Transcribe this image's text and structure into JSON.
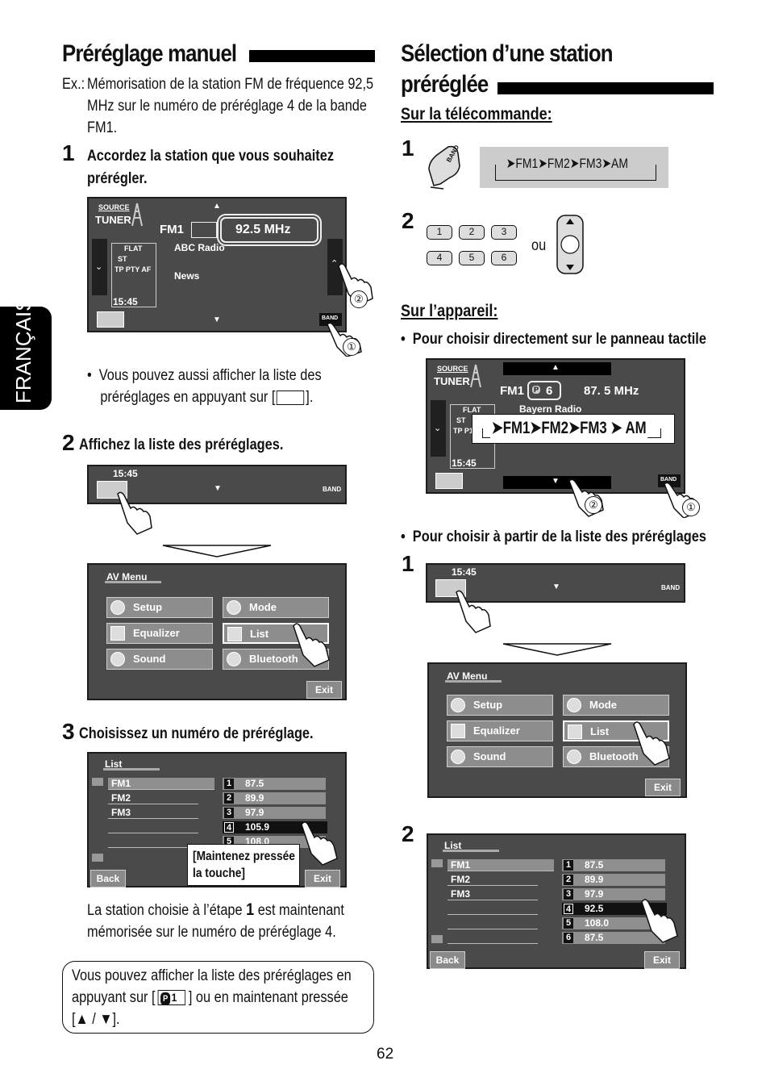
{
  "lang_tab": "FRANÇAIS",
  "left": {
    "title": "Préréglage manuel",
    "ex_label": "Ex.:",
    "ex_text": [
      "Mémorisation de la station FM de fréquence 92,5",
      "MHz sur le numéro de préréglage 4 de la bande",
      "FM1."
    ],
    "step1_num": "1",
    "step1_text": [
      "Accordez la station que vous souhaitez",
      "prérégler."
    ],
    "tuner": {
      "source": "SOURCE",
      "tuner": "TUNER",
      "band": "FM1",
      "freq": "92.5  MHz",
      "station": "ABC Radio",
      "pty": "News",
      "flat": "FLAT",
      "st": "ST",
      "tp_pty_af": "TP  PTY  AF",
      "time": "15:45",
      "band_btn": "BAND"
    },
    "note1": [
      "Vous pouvez aussi afficher la liste des",
      "préréglages en appuyant sur [",
      "]."
    ],
    "step2_num": "2",
    "step2_text": "Affichez la liste des préréglages.",
    "bar_time": "15:45",
    "bar_band": "BAND",
    "av_menu": {
      "title": "AV Menu",
      "items": [
        "Setup",
        "Mode",
        "Equalizer",
        "List",
        "Sound",
        "Bluetooth"
      ],
      "exit": "Exit"
    },
    "step3_num": "3",
    "step3_text": "Choisissez un numéro de préréglage.",
    "list": {
      "title": "List",
      "bands": [
        "FM1",
        "FM2",
        "FM3"
      ],
      "presets": [
        {
          "n": "1",
          "f": "87.5"
        },
        {
          "n": "2",
          "f": "89.9"
        },
        {
          "n": "3",
          "f": "97.9"
        },
        {
          "n": "4",
          "f": "105.9"
        },
        {
          "n": "5",
          "f": "108.0"
        }
      ],
      "back": "Back",
      "exit": "Exit",
      "hold": [
        "[Maintenez pressée",
        "la touche]"
      ]
    },
    "result": [
      "La station choisie à l’étape",
      "1",
      "est maintenant",
      "mémorisée sur le numéro de préréglage 4."
    ],
    "box": [
      "Vous pouvez afficher la liste des préréglages en",
      "appuyant sur [",
      "] ou en maintenant pressée",
      "[▲ / ▼]."
    ],
    "box_p": "P",
    "box_1": "1"
  },
  "right": {
    "title1": "Sélection d’une station",
    "title2": "préréglée",
    "remote_sub": "Sur la télécommande:",
    "s1_num": "1",
    "band_cycle": "FM1 ➤ FM2 ➤ FM3 ➤ AM",
    "band_cycle_items": [
      "FM1",
      "FM2",
      "FM3",
      "AM"
    ],
    "remote_band": "BAND",
    "s2_num": "2",
    "keys": [
      "1",
      "2",
      "3",
      "4",
      "5",
      "6"
    ],
    "ou": "ou",
    "device_sub": "Sur l’appareil:",
    "bullet1": "Pour choisir directement sur le panneau tactile",
    "tuner2": {
      "source": "SOURCE",
      "tuner": "TUNER",
      "band": "FM1",
      "p": "P",
      "pnum": "6",
      "freq": "87. 5  MHz",
      "station": "Bayern Radio",
      "flat": "FLAT",
      "st": "ST",
      "tp": "TP  P1",
      "time": "15:45",
      "band_btn": "BAND"
    },
    "bullet2": "Pour choisir à partir de la liste des préréglages",
    "b1_num": "1",
    "bar_time": "15:45",
    "bar_band": "BAND",
    "av_menu": {
      "title": "AV Menu",
      "items": [
        "Setup",
        "Mode",
        "Equalizer",
        "List",
        "Sound",
        "Bluetooth"
      ],
      "exit": "Exit"
    },
    "b2_num": "2",
    "list": {
      "title": "List",
      "bands": [
        "FM1",
        "FM2",
        "FM3"
      ],
      "presets": [
        {
          "n": "1",
          "f": "87.5"
        },
        {
          "n": "2",
          "f": "89.9"
        },
        {
          "n": "3",
          "f": "97.9"
        },
        {
          "n": "4",
          "f": "92.5"
        },
        {
          "n": "5",
          "f": "108.0"
        },
        {
          "n": "6",
          "f": "87.5"
        }
      ],
      "back": "Back",
      "exit": "Exit"
    }
  },
  "page_number": "62",
  "circle_1": "①",
  "circle_2": "②"
}
